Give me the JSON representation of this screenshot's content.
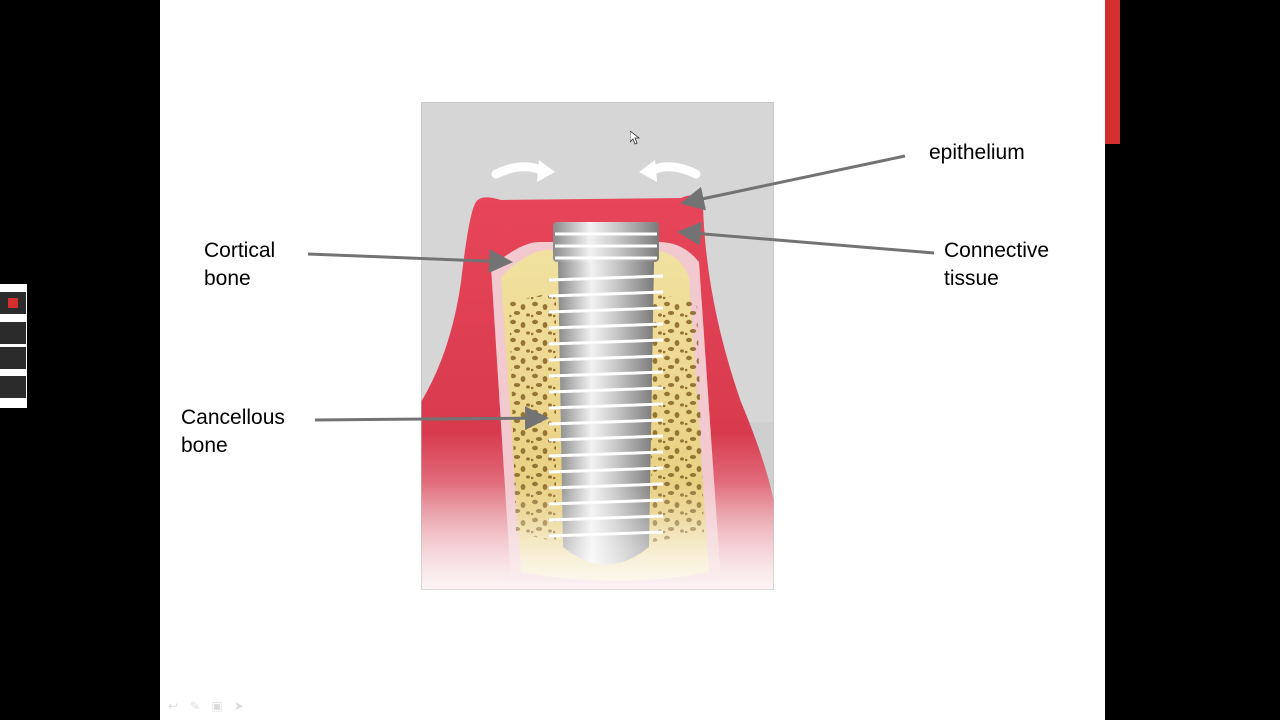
{
  "colors": {
    "page_background": "#000000",
    "slide_background": "#ffffff",
    "accent": "#d32f2f",
    "gum": "#e24a5a",
    "bone": "#eed98a",
    "arrow": "#737373"
  },
  "labels": {
    "epithelium": "epithelium",
    "connective_tissue": "Connective\ntissue",
    "cortical_bone": "Cortical\nbone",
    "cancellous_bone": "Cancellous\nbone"
  },
  "icons": {
    "left_widget": [
      "record-icon",
      "panel-icon",
      "panel-icon",
      "panel-icon"
    ],
    "toolbar": [
      "undo-icon",
      "pen-icon",
      "screen-icon",
      "next-icon"
    ],
    "cursor": "mouse-pointer-icon"
  }
}
